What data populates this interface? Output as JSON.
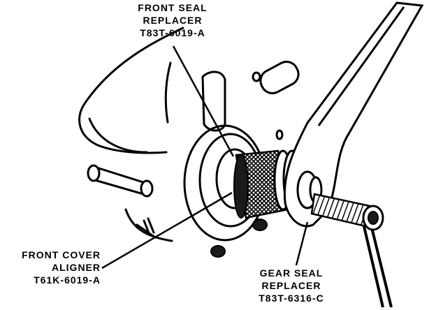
{
  "colors": {
    "ink": "#000000",
    "paper": "#ffffff",
    "knurl": "#1a1a1a"
  },
  "callouts": {
    "front_seal_replacer": {
      "line1": "FRONT SEAL",
      "line2": "REPLACER",
      "part_no": "T83T-6019-A"
    },
    "front_cover_aligner": {
      "line1": "FRONT COVER",
      "line2": "ALIGNER",
      "part_no": "T61K-6019-A"
    },
    "gear_seal_replacer": {
      "line1": "GEAR SEAL",
      "line2": "REPLACER",
      "part_no": "T83T-6316-C"
    }
  }
}
